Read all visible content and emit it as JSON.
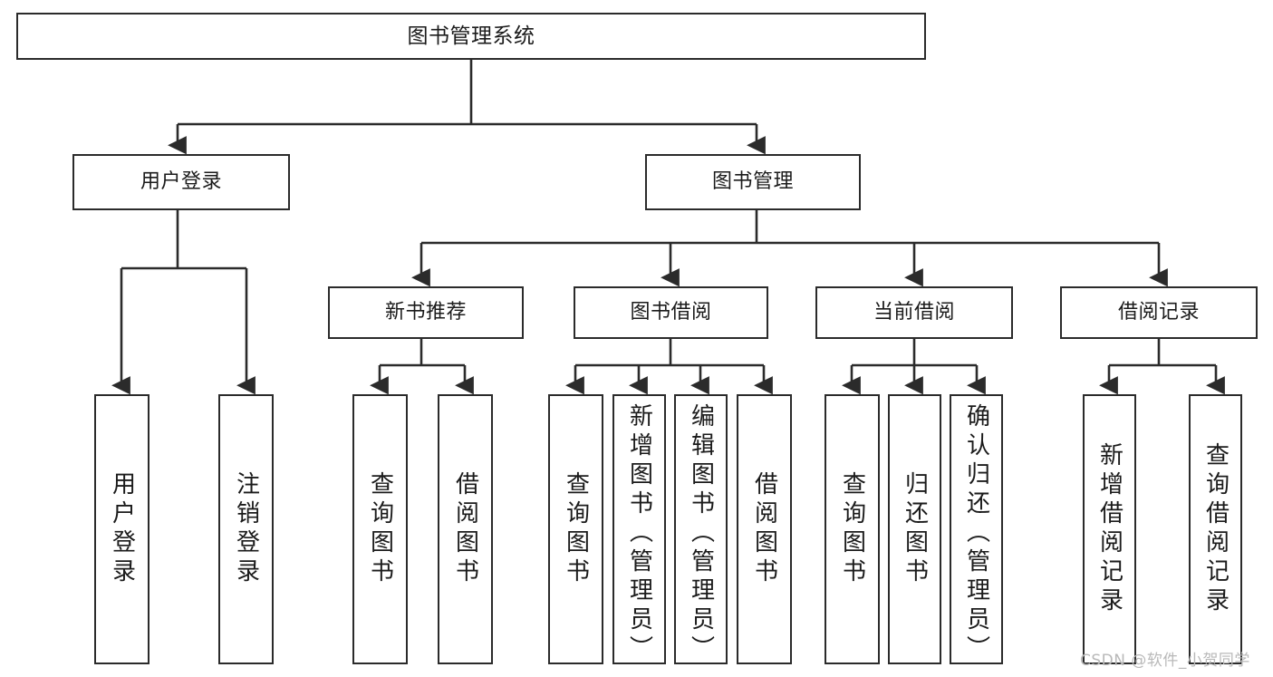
{
  "diagram": {
    "type": "hierarchy-tree",
    "title": "图书管理系统",
    "watermark": "CSDN @软件_小贺同学",
    "colors": {
      "stroke": "#2b2b2b",
      "fill": "#ffffff",
      "text": "#1b1b1b",
      "watermark": "#b9b9b9"
    },
    "nodes": {
      "root": {
        "label": "图书管理系统"
      },
      "level2": [
        {
          "label": "用户登录"
        },
        {
          "label": "图书管理"
        }
      ],
      "level3": [
        {
          "label": "新书推荐"
        },
        {
          "label": "图书借阅"
        },
        {
          "label": "当前借阅"
        },
        {
          "label": "借阅记录"
        }
      ],
      "leaves": {
        "user_login": [
          {
            "label": "用户登录"
          },
          {
            "label": "注销登录"
          }
        ],
        "new_book_recommend": [
          {
            "label": "查询图书"
          },
          {
            "label": "借阅图书"
          }
        ],
        "book_borrow": [
          {
            "label": "查询图书"
          },
          {
            "label": "新增图书（管理员）"
          },
          {
            "label": "编辑图书（管理员）"
          },
          {
            "label": "借阅图书"
          }
        ],
        "current_borrow": [
          {
            "label": "查询图书"
          },
          {
            "label": "归还图书"
          },
          {
            "label": "确认归还（管理员）"
          }
        ],
        "borrow_record": [
          {
            "label": "新增借阅记录"
          },
          {
            "label": "查询借阅记录"
          }
        ]
      }
    }
  }
}
